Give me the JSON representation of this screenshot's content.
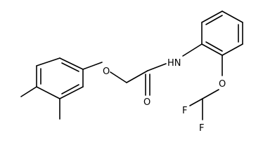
{
  "atoms": {
    "ether_o": "O",
    "carbonyl_o": "O",
    "amide_nh": "HN",
    "difluoro_o": "O",
    "fluorine_1": "F",
    "fluorine_2": "F"
  },
  "colors": {
    "bond": "#000000",
    "text": "#000000",
    "background": "#ffffff"
  }
}
